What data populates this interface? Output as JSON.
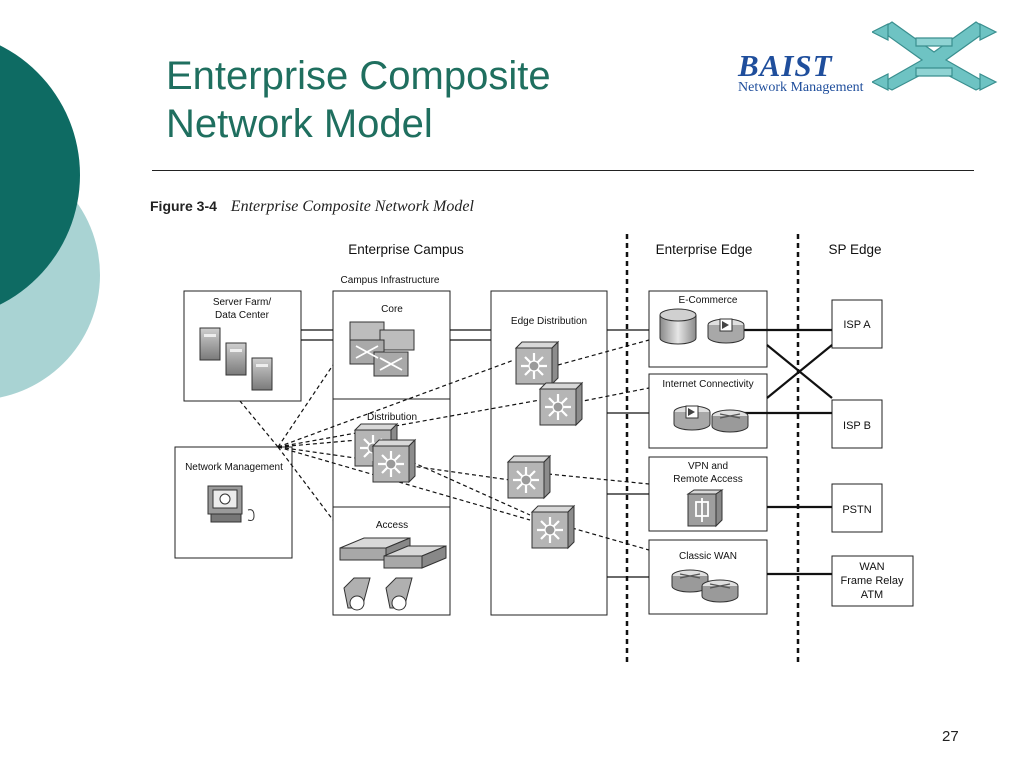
{
  "slide": {
    "title_line1": "Enterprise Composite",
    "title_line2": "Network Model",
    "page_number": "27",
    "colors": {
      "title": "#1f6f5f",
      "circle_dark": "#0e6b63",
      "circle_light": "#a9d3d3",
      "logo_blue": "#1f4e9c",
      "logo_teal": "#6ec3c3"
    }
  },
  "logo": {
    "name": "BAIST",
    "subtitle": "Network Management",
    "icon": "crossed-arrows-logo"
  },
  "figure": {
    "label": "Figure 3-4",
    "caption": "Enterprise Composite Network Model",
    "headers": {
      "campus": "Enterprise Campus",
      "edge": "Enterprise Edge",
      "sp": "SP Edge"
    },
    "campus": {
      "infrastructure_label": "Campus Infrastructure",
      "server_farm_line1": "Server Farm/",
      "server_farm_line2": "Data Center",
      "network_management": "Network Management",
      "core": "Core",
      "distribution": "Distribution",
      "access": "Access",
      "edge_distribution": "Edge Distribution"
    },
    "enterprise_edge": {
      "ecommerce": "E-Commerce",
      "internet": "Internet Connectivity",
      "vpn_line1": "VPN and",
      "vpn_line2": "Remote Access",
      "classic_wan": "Classic WAN"
    },
    "sp_edge": {
      "isp_a": "ISP A",
      "isp_b": "ISP B",
      "pstn": "PSTN",
      "wan_line1": "WAN",
      "wan_line2": "Frame Relay",
      "wan_line3": "ATM"
    },
    "icons": [
      "server-icon",
      "switch-icon",
      "router-icon",
      "multilayer-switch-icon",
      "firewall-icon",
      "database-icon",
      "workstation-icon",
      "vpn-concentrator-icon",
      "ip-phone-icon"
    ]
  }
}
